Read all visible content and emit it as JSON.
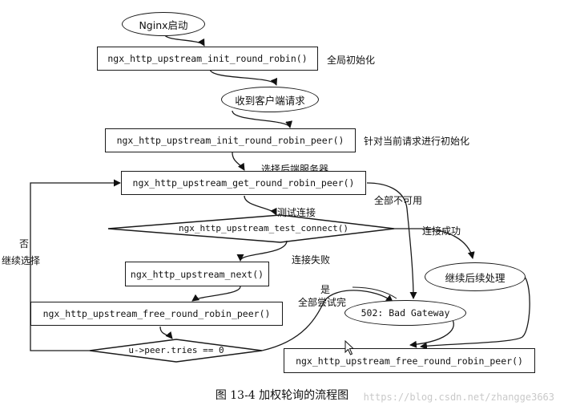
{
  "nodes": {
    "nginx_start": "Nginx启动",
    "init_round_robin": "ngx_http_upstream_init_round_robin()",
    "receive_request": "收到客户端请求",
    "init_round_robin_peer": "ngx_http_upstream_init_round_robin_peer()",
    "get_round_robin_peer": "ngx_http_upstream_get_round_robin_peer()",
    "test_connect": "ngx_http_upstream_test_connect()",
    "upstream_next": "ngx_http_upstream_next()",
    "free_round_robin_peer_left": "ngx_http_upstream_free_round_robin_peer()",
    "tries_check": "u->peer.tries == 0",
    "bad_gateway": "502: Bad Gateway",
    "continue_processing": "继续后续处理",
    "free_round_robin_peer_bottom": "ngx_http_upstream_free_round_robin_peer()"
  },
  "labels": {
    "global_init": "全局初始化",
    "init_for_request": "针对当前请求进行初始化",
    "select_backend": "选择后端服务器",
    "all_unavailable": "全部不可用",
    "test_connection": "测试连接",
    "connect_success": "连接成功",
    "connect_fail": "连接失败",
    "no": "否",
    "continue_select": "继续选择",
    "yes": "是",
    "all_tried": "全部尝试完"
  },
  "caption": "图 13-4    加权轮询的流程图",
  "watermark": "https://blog.csdn.net/zhangge3663"
}
